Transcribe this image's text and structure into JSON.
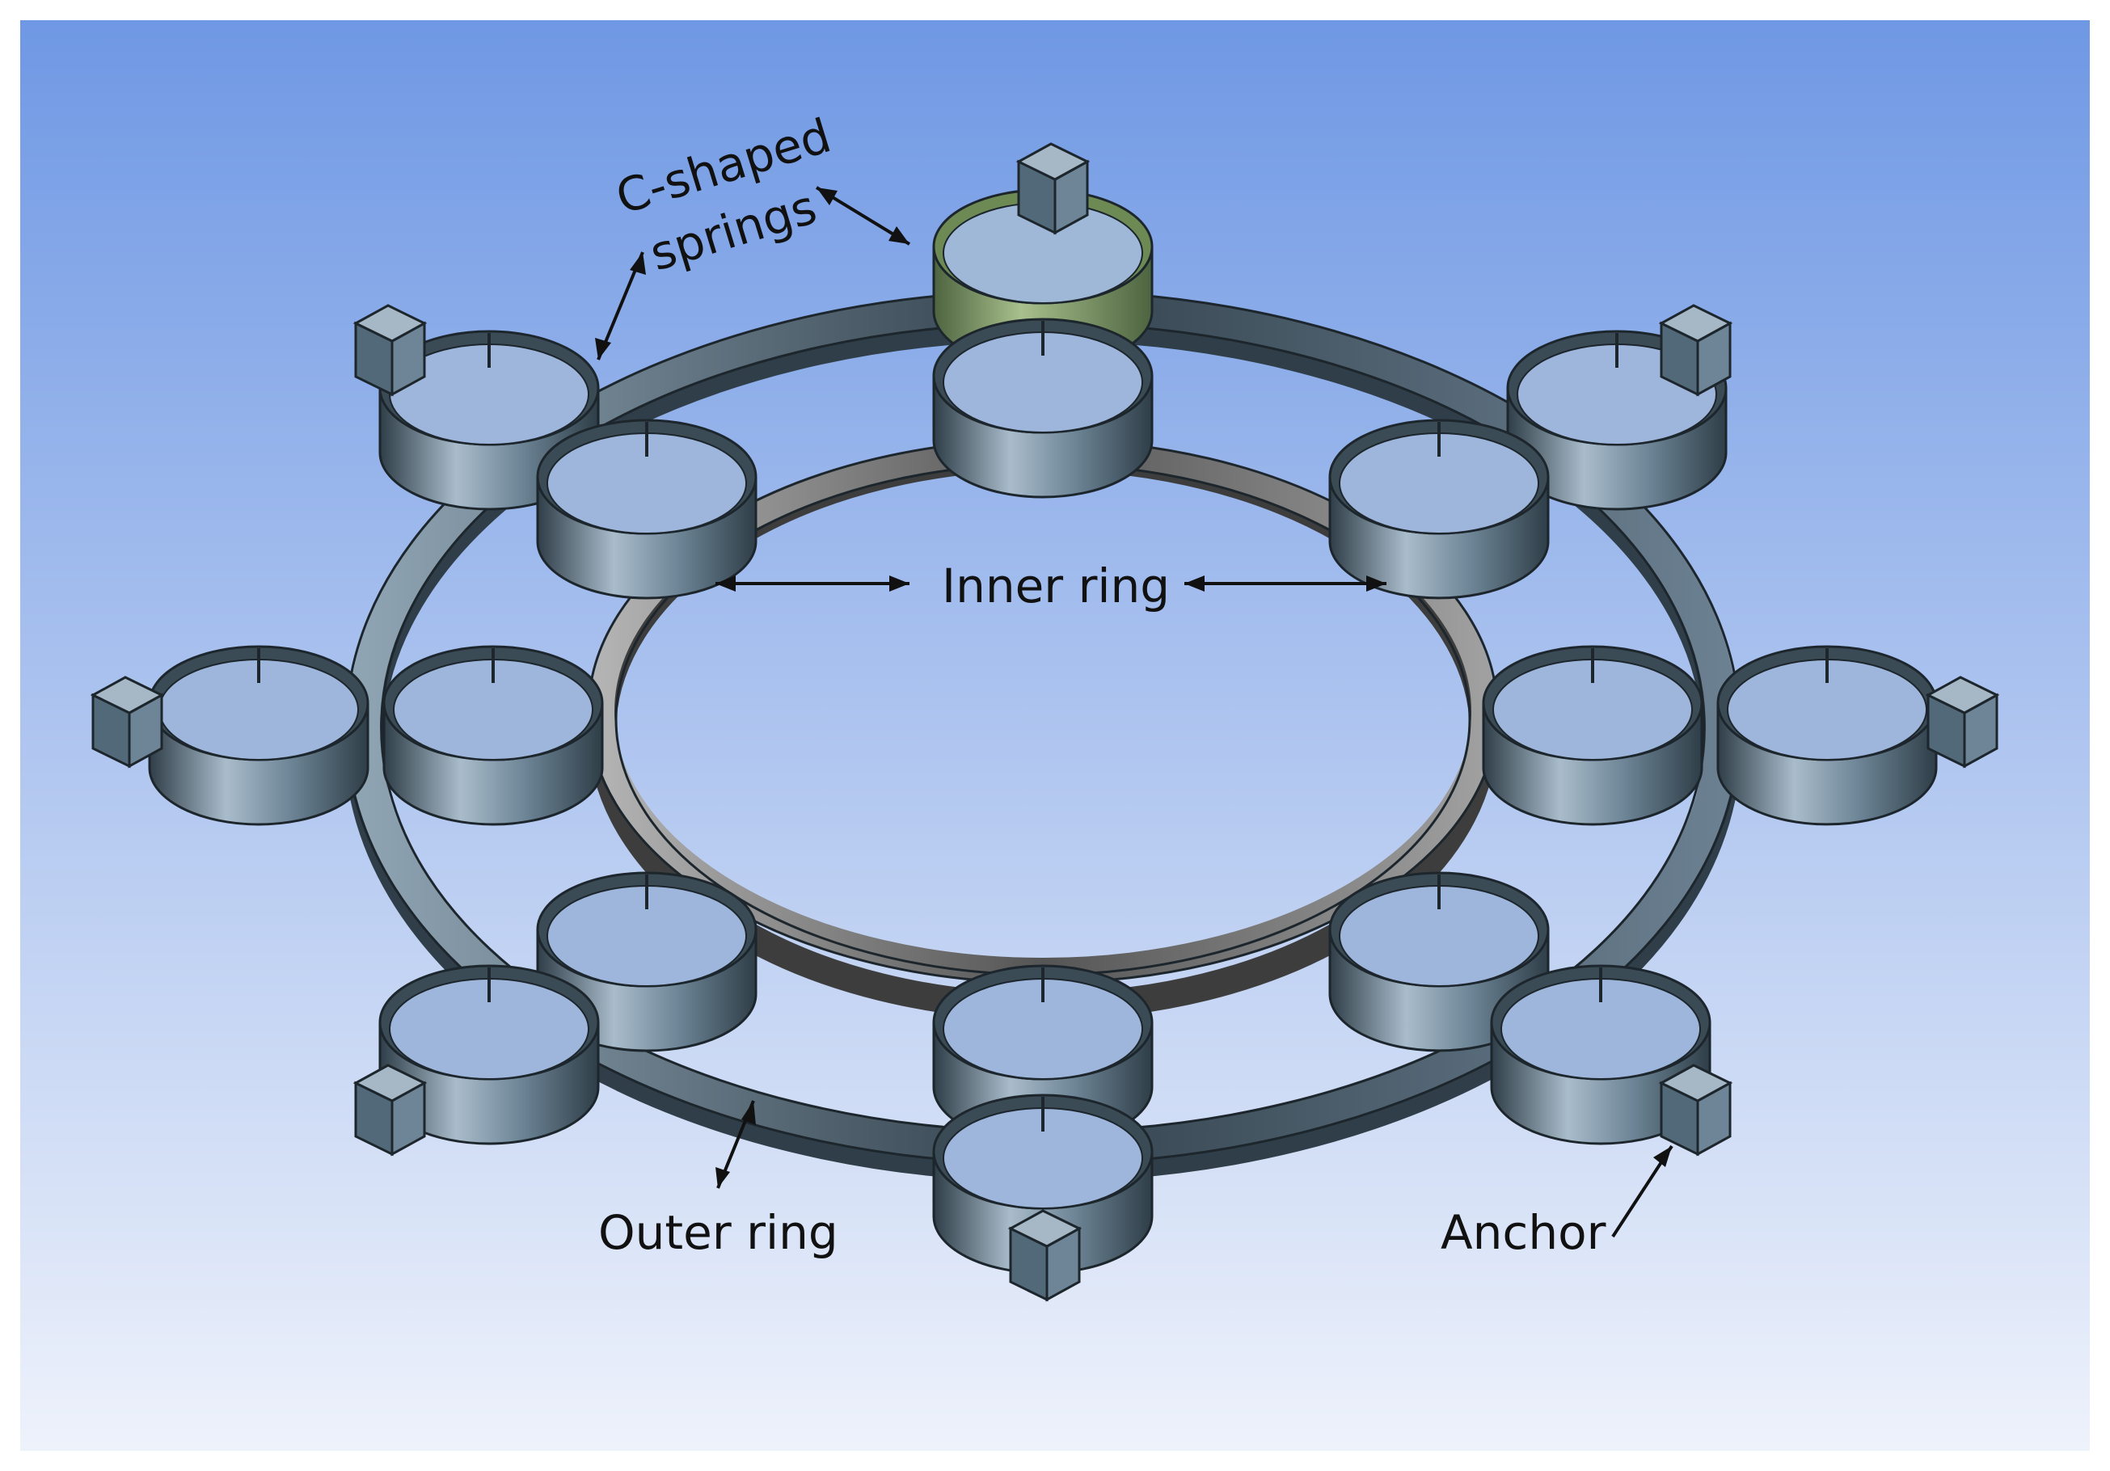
{
  "labels": {
    "c_shaped_springs_line1": "C-shaped",
    "c_shaped_springs_line2": "springs",
    "inner_ring": "Inner ring",
    "outer_ring": "Outer ring",
    "anchor": "Anchor"
  },
  "colors": {
    "background_top": "#6f98e4",
    "background_bottom": "#eef2fb",
    "spring_wall": "#5d7586",
    "spring_wall_light": "#a9bccb",
    "spring_wall_dark": "#2f3e48",
    "highlighted_spring": "#8aa56e",
    "inner_ring": "#7c7c7c",
    "outer_ring": "#3e4f5b",
    "anchor": "#52697a",
    "anchor_top": "#a6b8c6"
  }
}
